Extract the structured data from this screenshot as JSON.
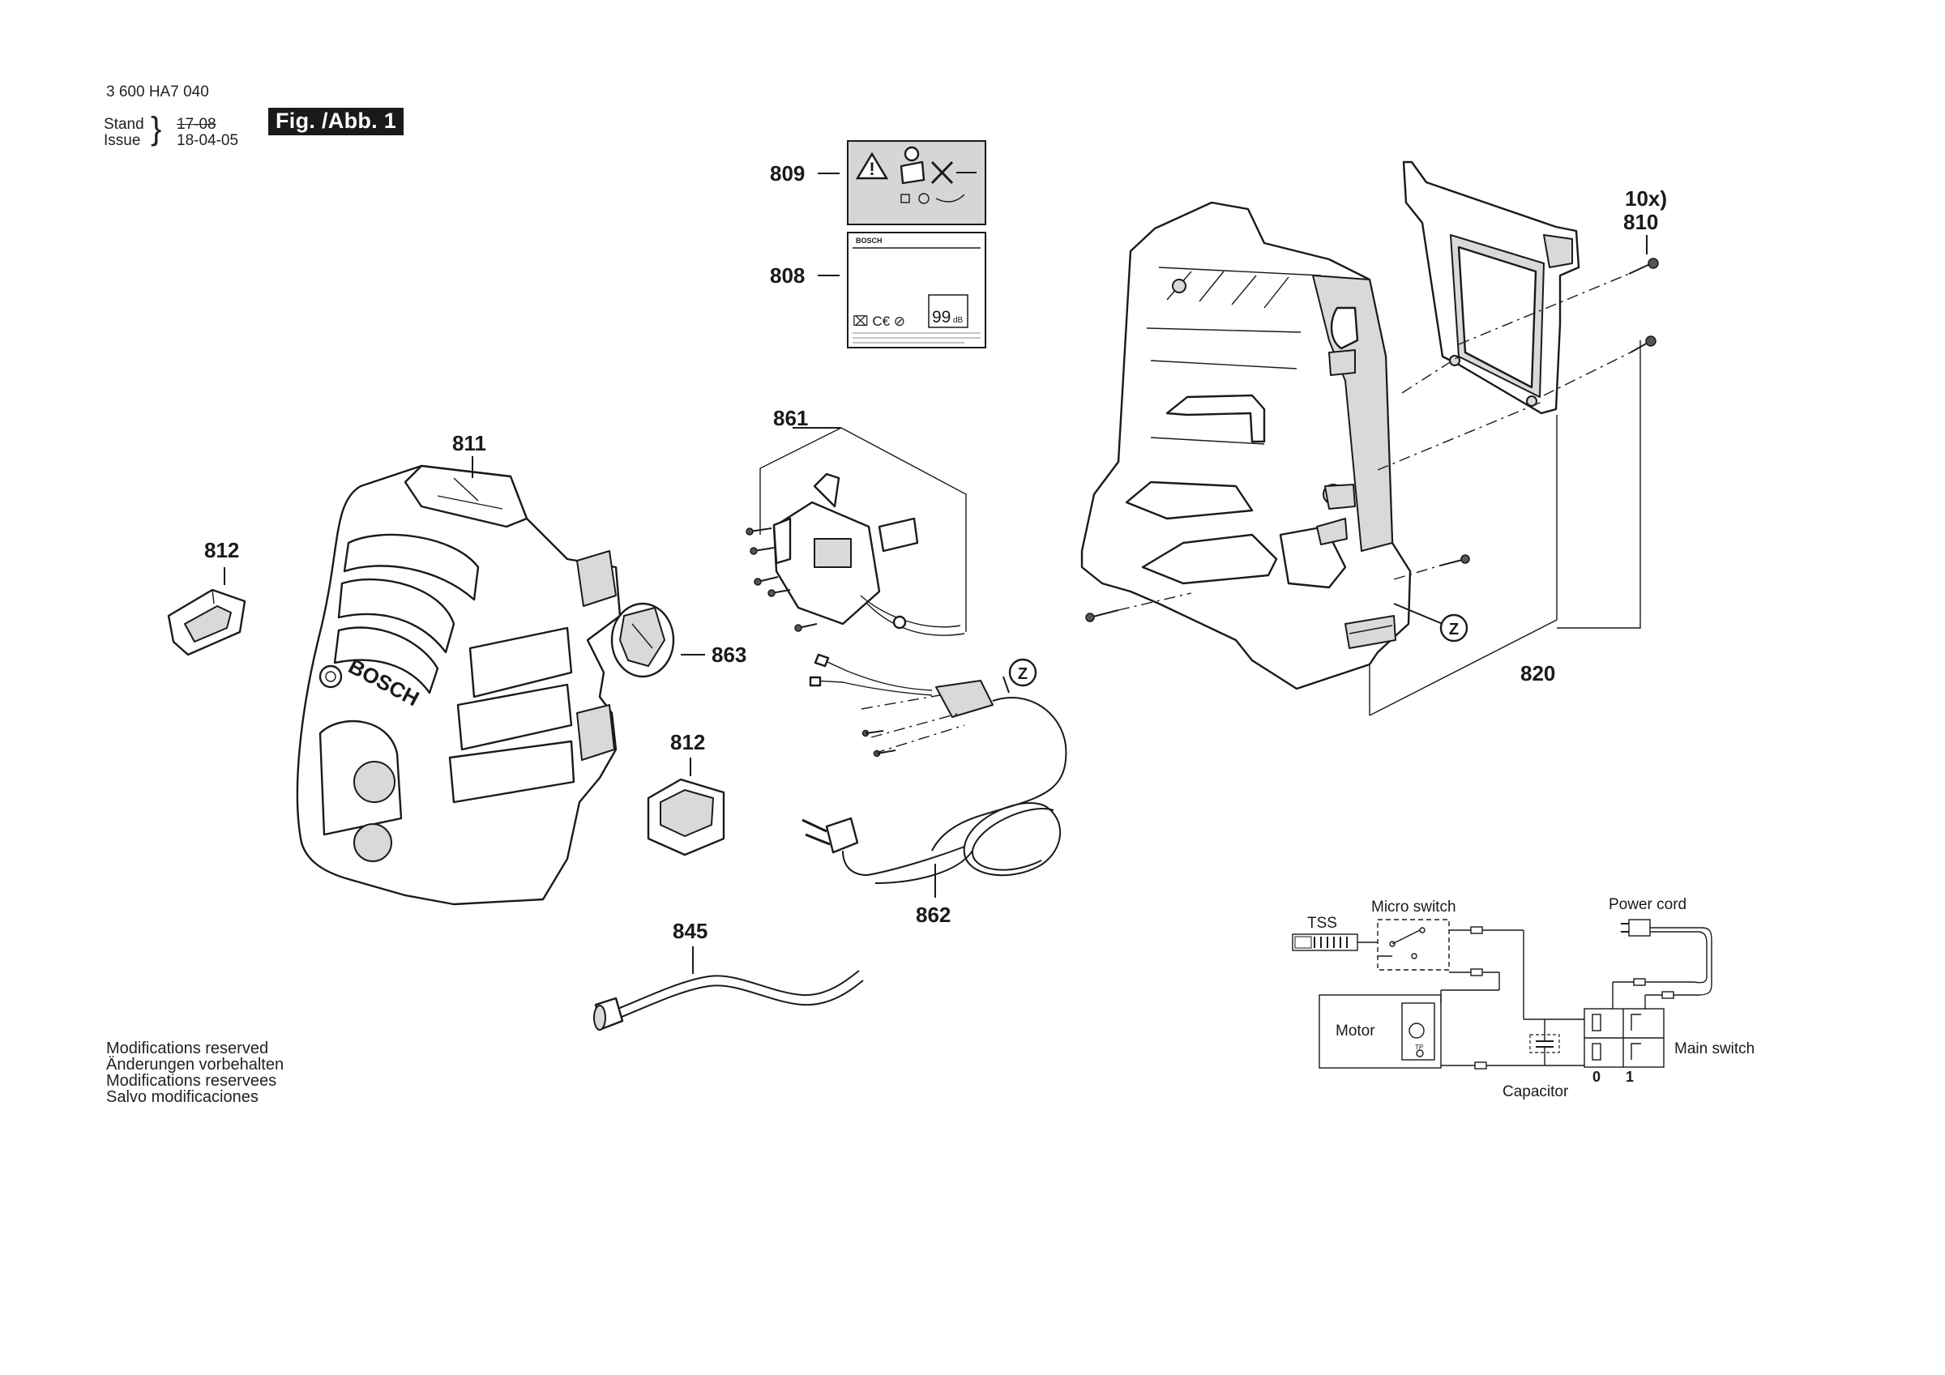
{
  "header": {
    "doc_number": "3 600 HA7 040",
    "fig_label": "Fig. /Abb. 1",
    "stand_label": "Stand",
    "issue_label": "Issue",
    "old_date": "17-08",
    "new_date": "18-04-05"
  },
  "footer": {
    "modifications": [
      "Modifications reserved",
      "Änderungen vorbehalten",
      "Modifications reservees",
      "Salvo modificaciones"
    ]
  },
  "parts": {
    "p809": "809",
    "p808": "808",
    "p810": "810",
    "p810_qty": "10x)",
    "p861": "861",
    "p811": "811",
    "p812a": "812",
    "p812b": "812",
    "p863": "863",
    "p862": "862",
    "p845": "845",
    "p820": "820",
    "z1": "Z",
    "z2": "Z"
  },
  "stickers": {
    "brand": "BOSCH",
    "noise_value": "99",
    "noise_unit": "dB"
  },
  "cover_logo": "BOSCH",
  "wiring": {
    "tss": "TSS",
    "micro_switch": "Micro switch",
    "power_cord": "Power cord",
    "motor": "Motor",
    "main_switch": "Main switch",
    "capacitor": "Capacitor",
    "switch_off": "0",
    "switch_on": "1"
  }
}
